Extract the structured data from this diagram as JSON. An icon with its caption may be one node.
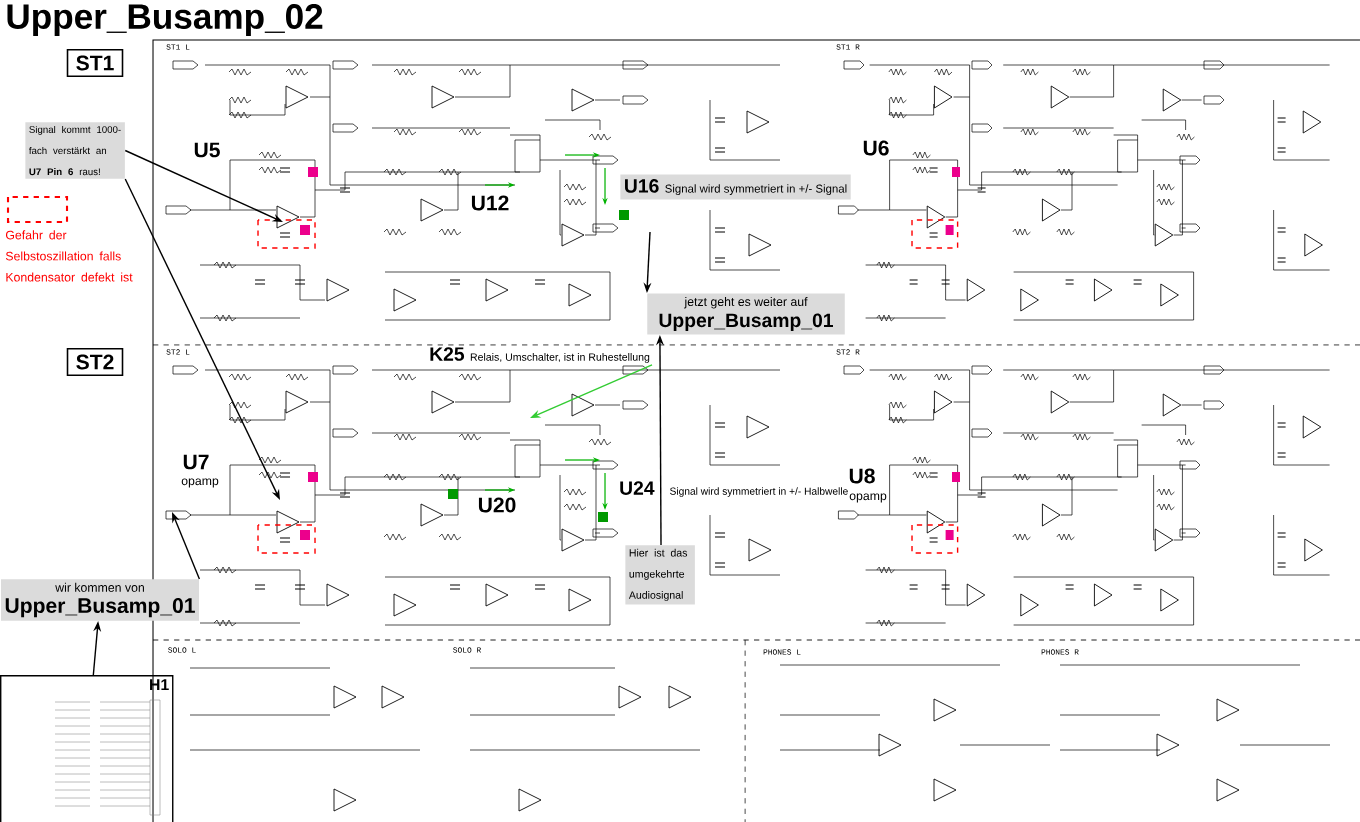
{
  "diagram": {
    "title": "Upper_Busamp_02",
    "nodes": [
      {
        "text": [
          "ST1"
        ]
      },
      {
        "text": [
          "ST2"
        ]
      },
      {
        "text": [
          "Signal kommt 1000-fach verstärkt an **U7 Pin 6** raus!"
        ]
      },
      {
        "text": [
          "U16",
          "Signal wird symmetriert in +/- Signal"
        ]
      },
      {
        "text": [
          "jetzt geht es weiter auf",
          "Upper_Busamp_01"
        ]
      },
      {
        "text": [
          "K25",
          "Relais, Umschalter, ist in Ruhestellung"
        ]
      },
      {
        "text": [
          "U24",
          "Signal wird symmetriert in +/- Halbwelle"
        ]
      },
      {
        "text": [
          "Hier ist das umgekehrte Audiosignal"
        ]
      },
      {
        "text": [
          "wir kommen von",
          "Upper_Busamp_01"
        ]
      },
      {
        "text": [
          "H1"
        ]
      }
    ],
    "edges": [
      {
        "from": 2,
        "to": null,
        "arrow": "to"
      },
      {
        "from": 2,
        "to": null,
        "arrow": "to"
      },
      {
        "from": 5,
        "to": null,
        "arrow": "to",
        "color": "#33cc33"
      },
      {
        "from": null,
        "to": 4,
        "arrow": "to"
      },
      {
        "from": 7,
        "to": 4,
        "arrow": "to"
      },
      {
        "from": 8,
        "to": null,
        "arrow": "to"
      },
      {
        "from": 9,
        "to": 8,
        "arrow": "to"
      }
    ],
    "labels": [
      "ST1 L",
      "ST1 R",
      "U5",
      "U6",
      "U12",
      "ST2 L",
      "ST2 R",
      "U7",
      "opamp",
      "U8",
      "opamp",
      "U20",
      "SOLO L",
      "SOLO R",
      "PHONES L",
      "PHONES R"
    ],
    "legend": [
      {
        "text": "Gefahr der Selbstoszillation falls Kondensator defekt ist"
      }
    ]
  }
}
